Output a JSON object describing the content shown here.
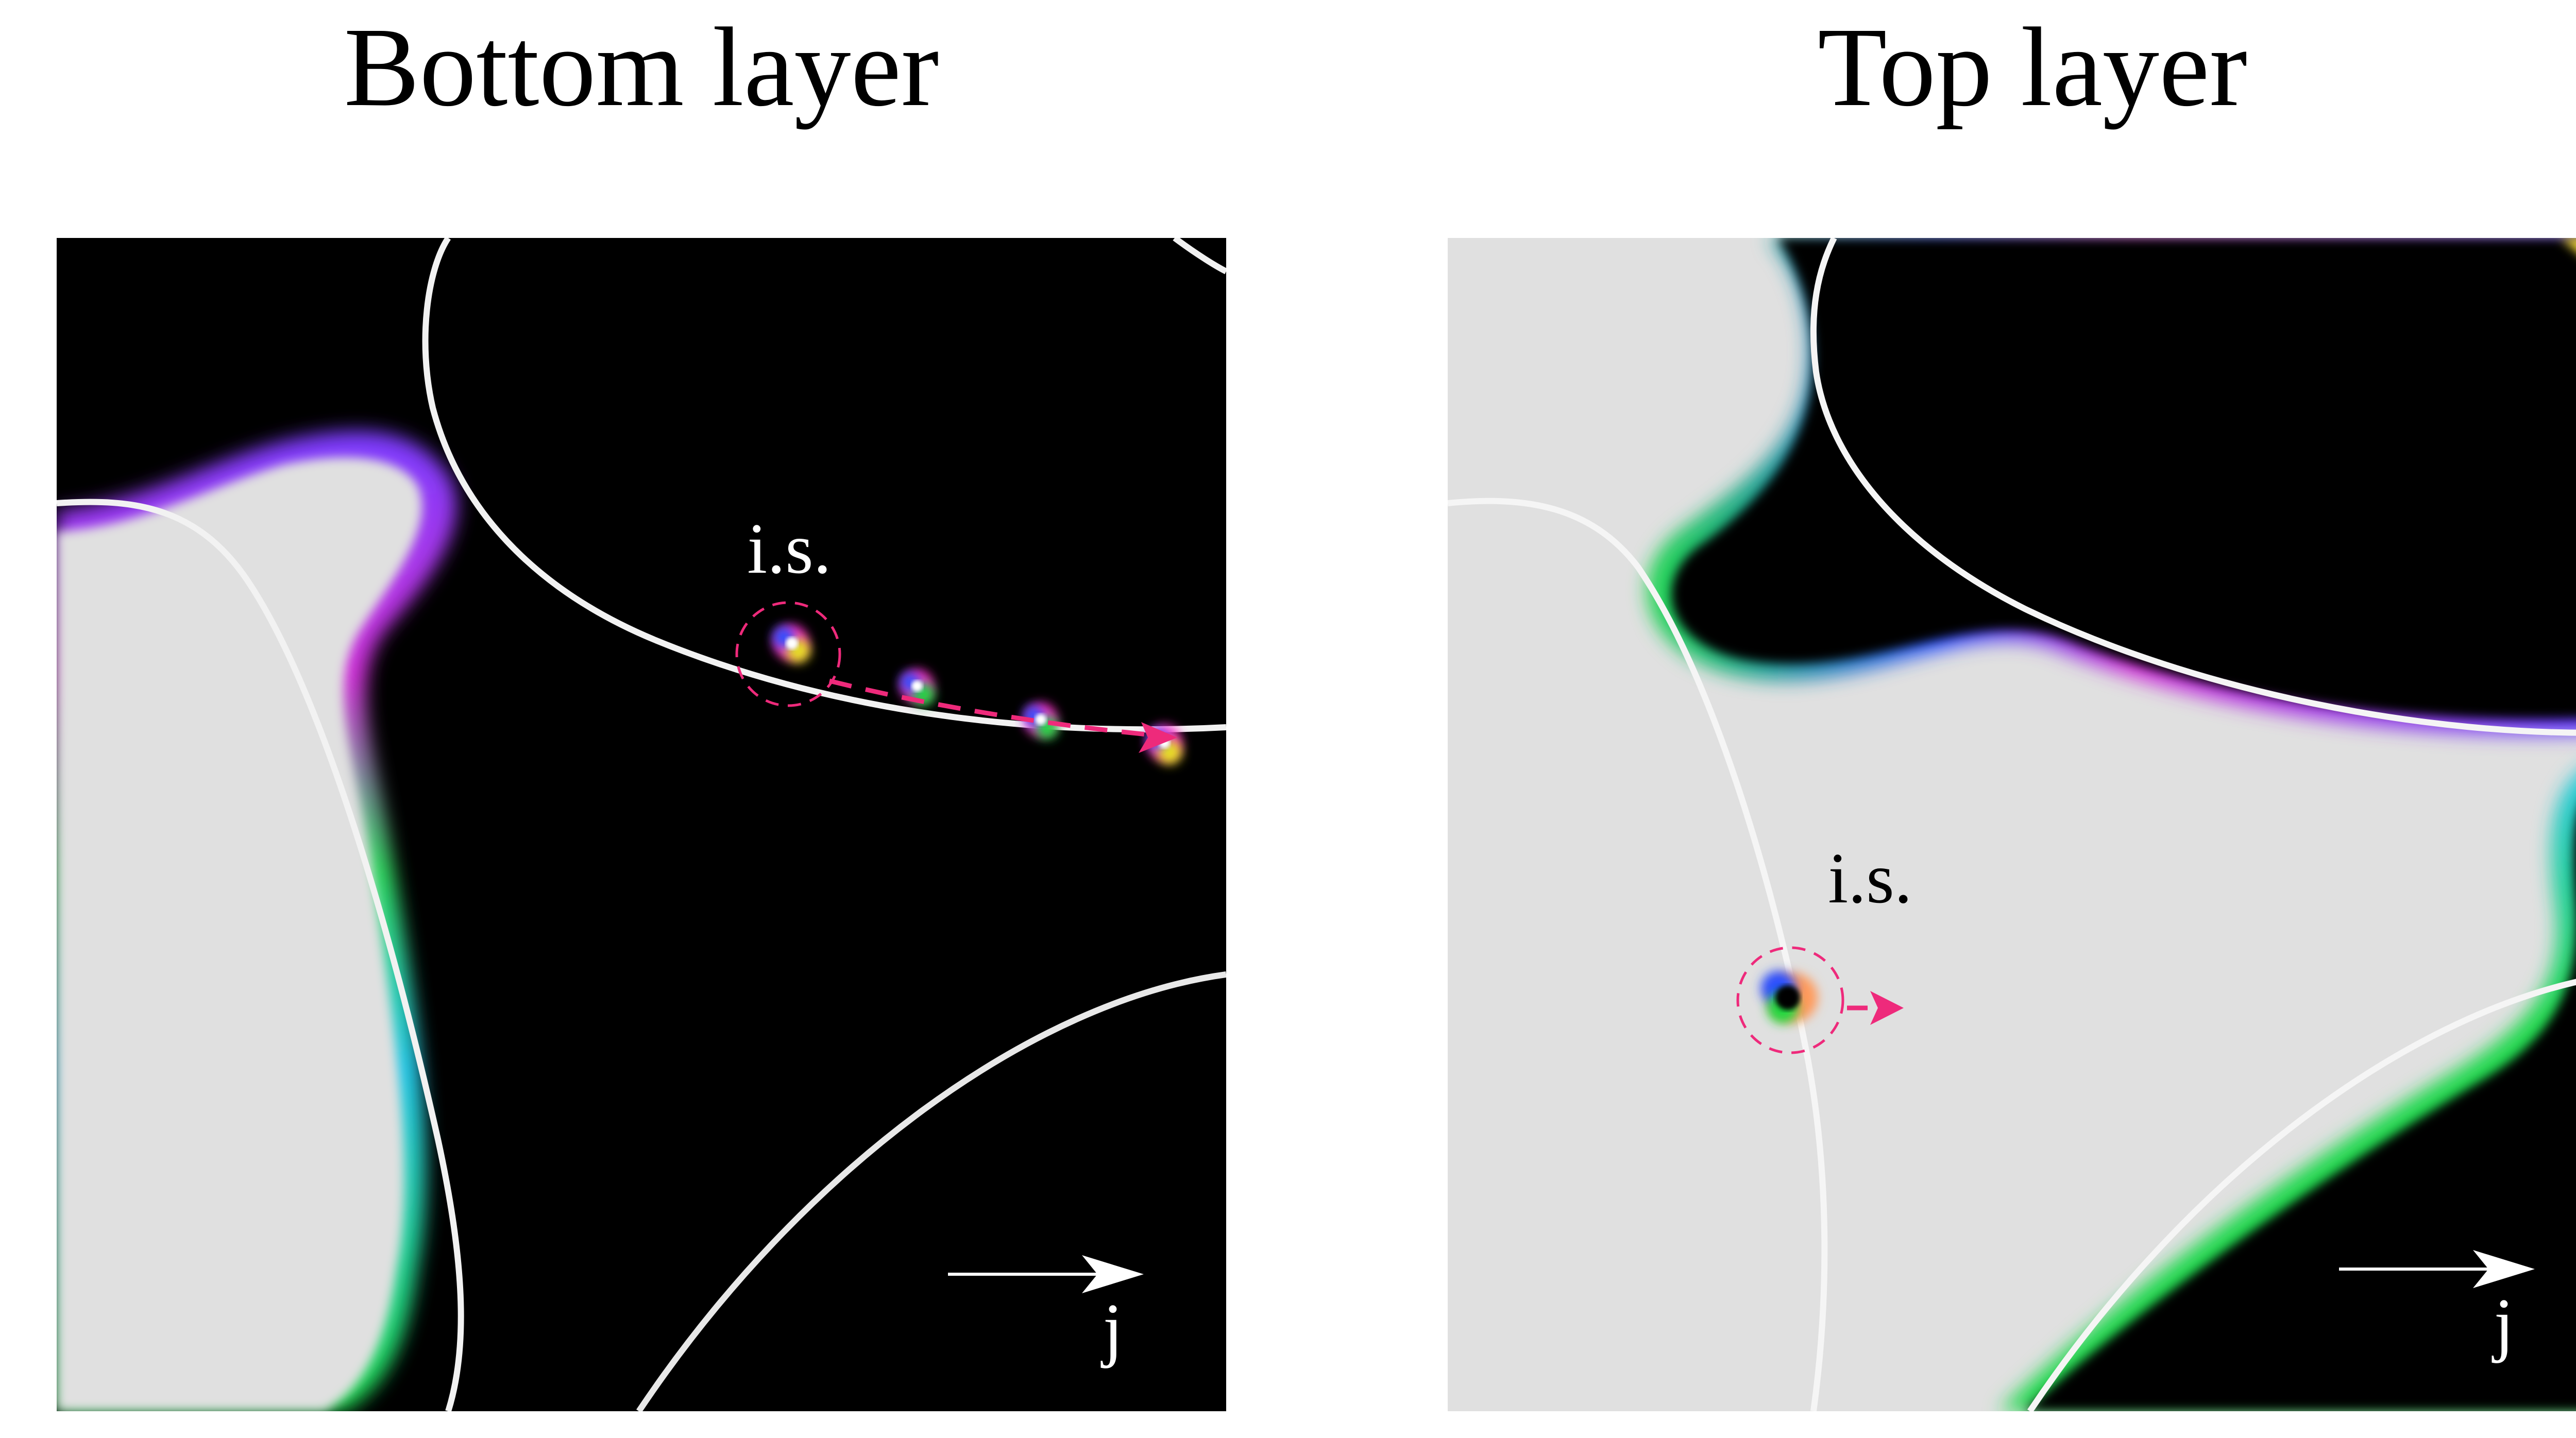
{
  "panels": {
    "left": {
      "title": "Bottom layer",
      "annotation": "i.s.",
      "axis_label": "j",
      "colors": {
        "dark": "#000000",
        "light": "#e0e0e0",
        "boundary": "#f2f2f2",
        "trajectory": "#ee2a7b"
      },
      "icons": [
        "dashed-circle-icon",
        "trajectory-arrow-icon",
        "direction-arrow-icon"
      ]
    },
    "right": {
      "title": "Top layer",
      "annotation": "i.s.",
      "axis_label": "j",
      "colors": {
        "dark": "#000000",
        "light": "#e0e0e0",
        "boundary": "#f2f2f2",
        "trajectory": "#ee2a7b"
      },
      "icons": [
        "dashed-circle-icon",
        "trajectory-arrow-icon",
        "direction-arrow-icon"
      ]
    }
  }
}
